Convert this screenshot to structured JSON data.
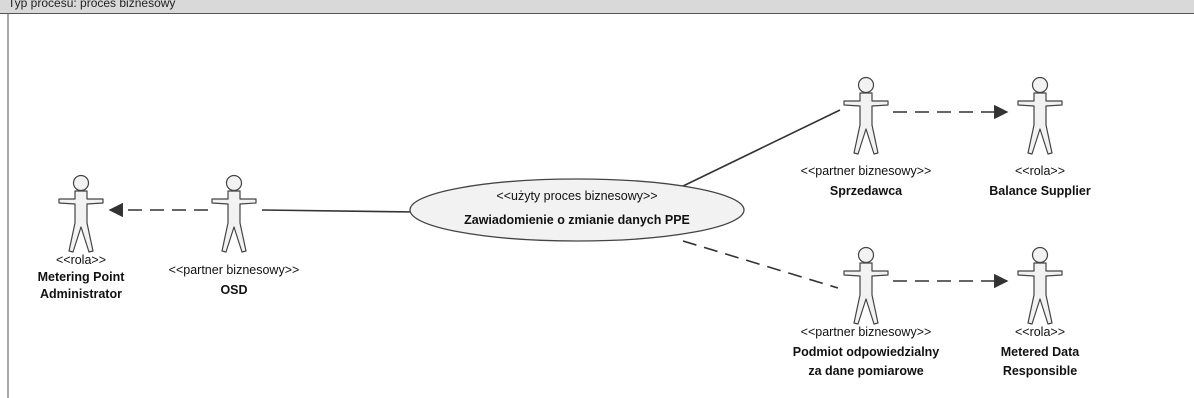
{
  "frame": {
    "header_text": "Typ procesu: proces biznesowy"
  },
  "use_case": {
    "stereotype": "<<użyty proces biznesowy>>",
    "name": "Zawiadomienie o zmianie danych PPE"
  },
  "actors": {
    "metering_point_administrator": {
      "stereotype": "<<rola>>",
      "name_line1": "Metering Point",
      "name_line2": "Administrator"
    },
    "osd": {
      "stereotype": "<<partner biznesowy>>",
      "name_line1": "OSD"
    },
    "sprzedawca": {
      "stereotype": "<<partner biznesowy>>",
      "name_line1": "Sprzedawca"
    },
    "balance_supplier": {
      "stereotype": "<<rola>>",
      "name_line1": "Balance Supplier"
    },
    "podmiot": {
      "stereotype": "<<partner biznesowy>>",
      "name_line1": "Podmiot odpowiedzialny",
      "name_line2": "za dane pomiarowe"
    },
    "metered_data_responsible": {
      "stereotype": "<<rola>>",
      "name_line1": "Metered Data",
      "name_line2": "Responsible"
    }
  },
  "colors": {
    "line": "#333333",
    "ellipse_fill": "#f2f2f2",
    "actor_stroke": "#444444",
    "header_bg": "#d9d9d9"
  }
}
